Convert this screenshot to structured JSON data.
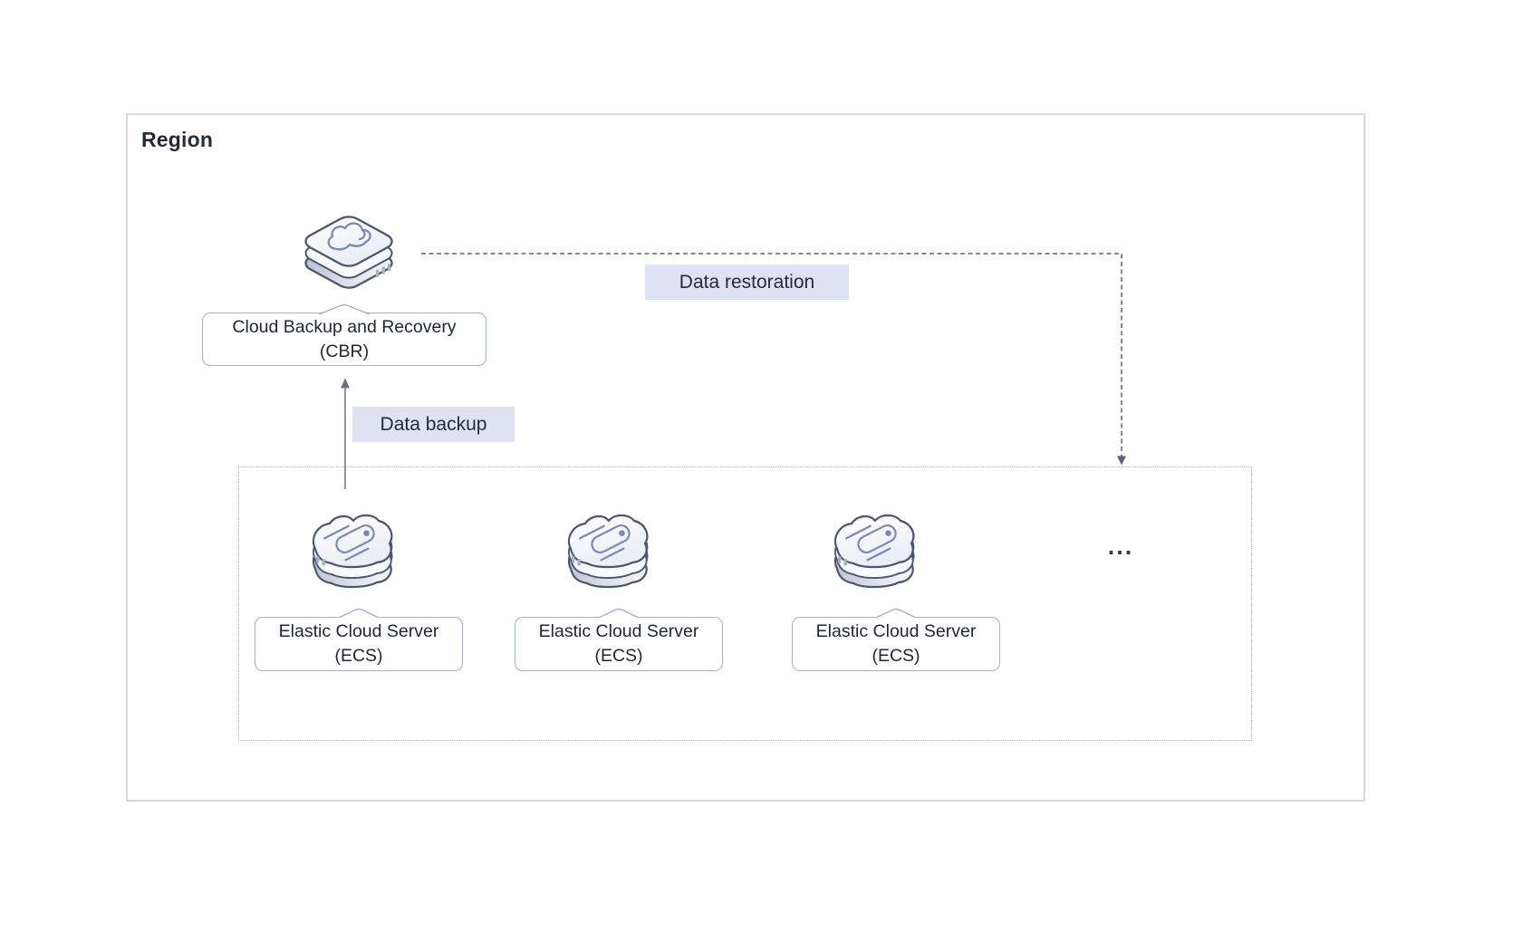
{
  "diagram": {
    "region": {
      "title": "Region"
    },
    "cbr": {
      "icon": "cbr-cloud-backup-icon",
      "label_line1": "Cloud Backup and Recovery",
      "label_line2": "(CBR)"
    },
    "flows": {
      "restoration": {
        "label": "Data restoration",
        "line_style": "dashed",
        "color": "#5a6078"
      },
      "backup": {
        "label": "Data backup",
        "line_style": "solid",
        "color": "#6a7085"
      }
    },
    "server_group": {
      "servers": [
        {
          "icon": "ecs-server-icon",
          "label_line1": "Elastic Cloud Server",
          "label_line2": "(ECS)"
        },
        {
          "icon": "ecs-server-icon",
          "label_line1": "Elastic Cloud Server",
          "label_line2": "(ECS)"
        },
        {
          "icon": "ecs-server-icon",
          "label_line1": "Elastic Cloud Server",
          "label_line2": "(ECS)"
        }
      ],
      "more_indicator": "..."
    },
    "colors": {
      "flow_label_bg": "#dfe2f2",
      "text": "#252b3a",
      "tooltip_border": "#a9aec8",
      "region_border": "#d9d9dc",
      "group_border": "#aeb3c6",
      "icon_outline": "#4d5570",
      "icon_accent": "#7d88b5"
    }
  }
}
